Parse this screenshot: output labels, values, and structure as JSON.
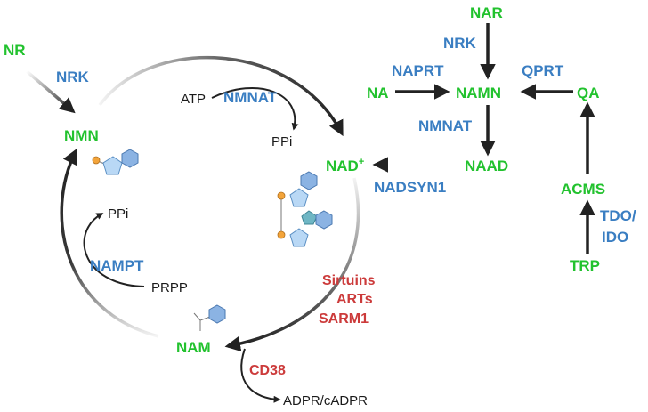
{
  "colors": {
    "metabolite": "#22c22e",
    "enzyme": "#3a7ec2",
    "consumer": "#cc3b3b",
    "text": "#1a1a1a",
    "arrow": "#222222",
    "pentose_fill": "#b9d8f5",
    "hexagon_fill": "#8bb3e3",
    "phosphate": "#f3a43a"
  },
  "metabolites": {
    "nr": "NR",
    "nmn": "NMN",
    "nam": "NAM",
    "nad": "NAD",
    "nad_sup": "+",
    "nar": "NAR",
    "na": "NA",
    "namn": "NAMN",
    "naad": "NAAD",
    "qa": "QA",
    "acms": "ACMS",
    "trp": "TRP"
  },
  "enzymes": {
    "nrk_left": "NRK",
    "nmnat_top": "NMNAT",
    "nampt": "NAMPT",
    "nadsyn1": "NADSYN1",
    "nrk_right": "NRK",
    "naprt": "NAPRT",
    "qprt": "QPRT",
    "nmnat_right": "NMNAT",
    "tdo_ido_line1": "TDO/",
    "tdo_ido_line2": "IDO"
  },
  "consumers": {
    "sirtuins": "Sirtuins",
    "arts": "ARTs",
    "sarm1": "SARM1",
    "cd38": "CD38"
  },
  "cofactors": {
    "atp": "ATP",
    "ppi_top": "PPi",
    "ppi_left": "PPi",
    "prpp": "PRPP",
    "adpr": "ADPR/cADPR"
  }
}
